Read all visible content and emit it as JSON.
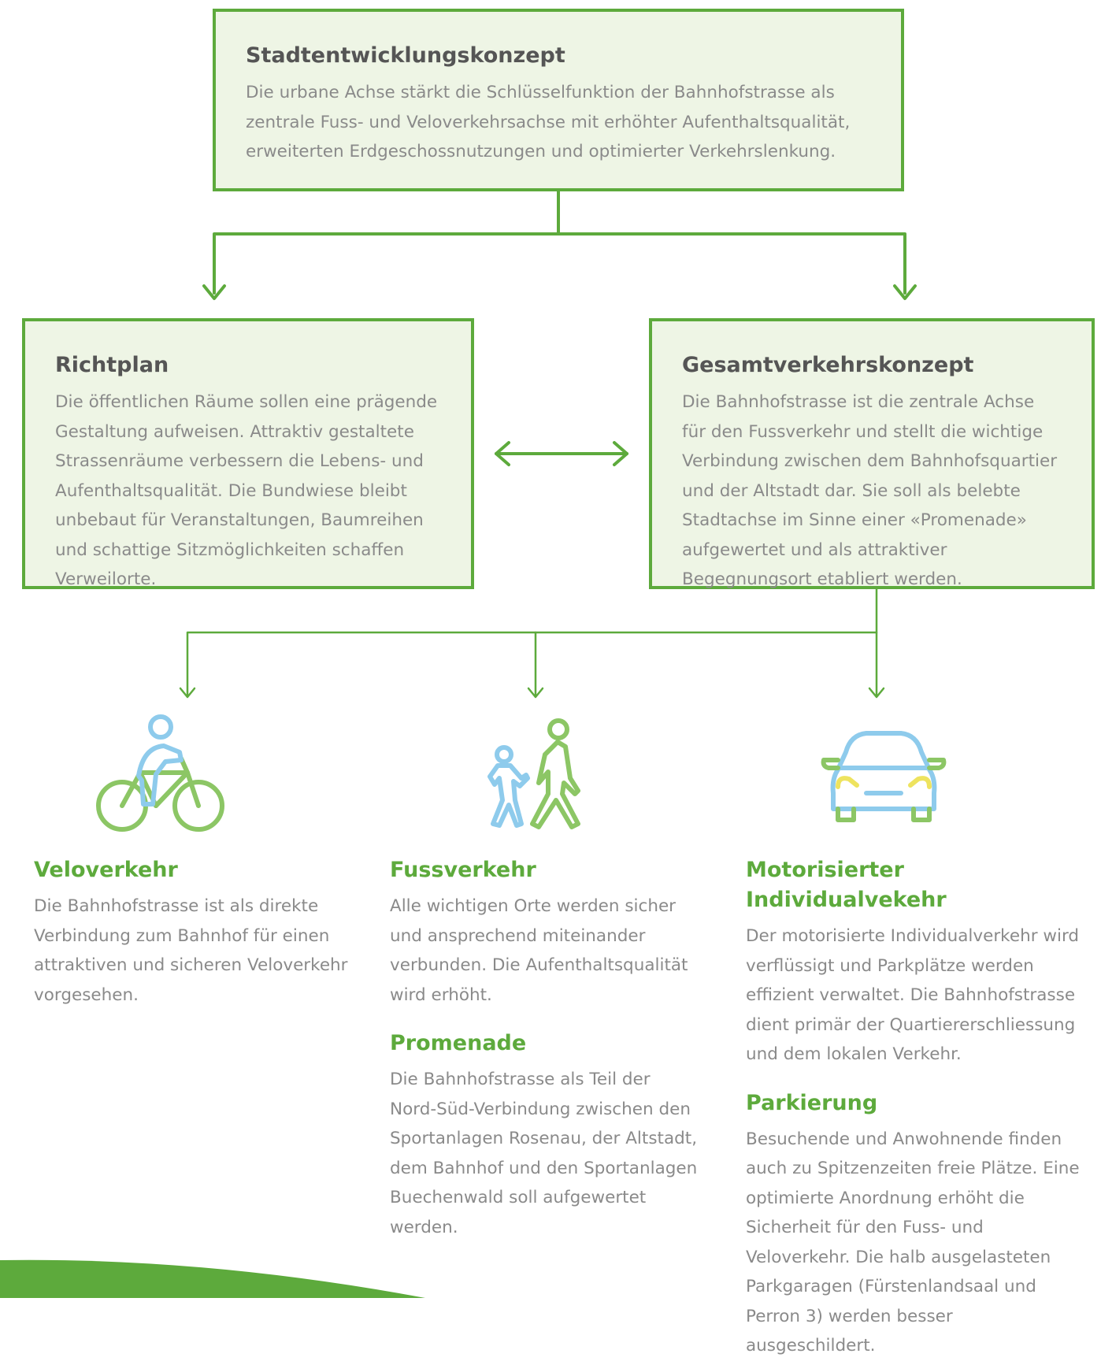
{
  "top_box": {
    "title": "Stadtentwicklungskonzept",
    "text": "Die urbane Achse stärkt die Schlüsselfunktion der Bahnhofstrasse als zentrale Fuss- und Veloverkehrsachse mit erhöhter Aufenthaltsqualität, erweiterten Erdgeschossnutzungen und optimierter Verkehrslenkung."
  },
  "left_box": {
    "title": "Richtplan",
    "text": "Die öffentlichen Räume sollen eine prägende Gestaltung aufweisen. Attraktiv gestaltete Strassenräume verbessern die Lebens- und Aufenthaltsqualität. Die Bundwiese bleibt unbebaut für Veranstaltungen, Baumreihen und schattige Sitzmöglichkeiten schaffen Verweilorte."
  },
  "right_box": {
    "title": "Gesamtverkehrskonzept",
    "text": "Die Bahnhofstrasse ist die zentrale Achse für den Fussverkehr und stellt die wichtige Verbindung zwischen dem Bahnhofsquartier und der Altstadt dar. Sie soll als belebte Stadtachse im Sinne einer «Promenade» aufgewertet und als attraktiver Begegnungsort etabliert werden."
  },
  "columns": {
    "velo": {
      "title": "Veloverkehr",
      "text": "Die Bahnhofstrasse ist als direkte Verbindung zum Bahnhof für einen attraktiven und sicheren Veloverkehr vorgesehen."
    },
    "fuss": {
      "title": "Fussverkehr",
      "text": "Alle wichtigen Orte werden sicher und ansprechend miteinander verbunden. Die Aufenthaltsqualität wird erhöht.",
      "title2": "Promenade",
      "text2": "Die Bahnhofstrasse als Teil der Nord-Süd-Verbindung zwischen den Sportanlagen Rosenau, der Altstadt, dem Bahnhof und den Sportanlagen Buechenwald soll aufgewertet werden."
    },
    "miv": {
      "title": "Motorisierter Individualvekehr",
      "text": "Der motorisierte Individualverkehr wird verflüssigt und Parkplätze werden effizient verwaltet. Die Bahnhofstrasse dient primär der Quartiererschliessung und dem lokalen Verkehr.",
      "title2": "Parkierung",
      "text2": "Besuchende und Anwohnende finden auch zu Spitzenzeiten freie Plätze. Eine optimierte Anordnung erhöht die Sicherheit für den Fuss- und Veloverkehr. Die halb ausgelasteten Parkgaragen (Fürstenlandsaal und Perron 3) werden besser ausgeschildert."
    }
  },
  "icons": [
    "bicycle-icon",
    "pedestrians-icon",
    "car-icon"
  ],
  "colors": {
    "green": "#5daa3c",
    "light_green_bg": "#eef5e5",
    "icon_green": "#8cc665",
    "icon_blue": "#8ecbec",
    "icon_yellow": "#eee35e"
  }
}
